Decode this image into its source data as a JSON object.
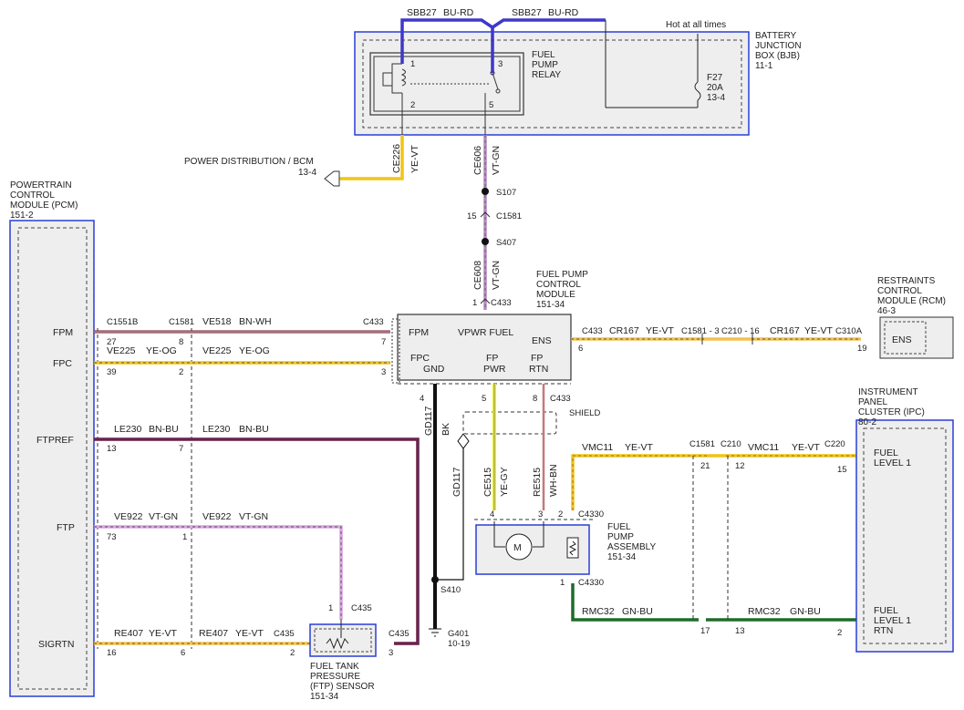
{
  "modules": {
    "bjb": {
      "name1": "BATTERY",
      "name2": "JUNCTION",
      "name3": "BOX (BJB)",
      "ref": "11-1",
      "hot": "Hot at all times"
    },
    "relay": {
      "name1": "FUEL",
      "name2": "PUMP",
      "name3": "RELAY",
      "pins": [
        "1",
        "2",
        "3",
        "5"
      ]
    },
    "fuse": {
      "name": "F27",
      "rating": "20A",
      "ref": "13-4"
    },
    "pcm": {
      "name1": "POWERTRAIN",
      "name2": "CONTROL",
      "name3": "MODULE (PCM)",
      "ref": "151-2",
      "signals": [
        "FPM",
        "FPC",
        "FTPREF",
        "FTP",
        "SIGRTN"
      ]
    },
    "fpcm": {
      "name1": "FUEL PUMP",
      "name2": "CONTROL",
      "name3": "MODULE",
      "ref": "151-34",
      "sig_fpm": "FPM",
      "sig_vpwr": "VPWR FUEL",
      "sig_ens": "ENS",
      "sig_fpc": "FPC",
      "sig_gnd": "GND",
      "sig_fp1": "FP",
      "sig_fp2": "PWR",
      "sig_fr1": "FP",
      "sig_fr2": "RTN"
    },
    "rcm": {
      "name1": "RESTRAINTS",
      "name2": "CONTROL",
      "name3": "MODULE (RCM)",
      "ref": "46-3",
      "sig": "ENS"
    },
    "ipc": {
      "name1": "INSTRUMENT",
      "name2": "PANEL",
      "name3": "CLUSTER (IPC)",
      "ref": "80-2",
      "sig1a": "FUEL",
      "sig1b": "LEVEL 1",
      "sig2a": "FUEL",
      "sig2b": "LEVEL 1",
      "sig2c": "RTN"
    },
    "pump": {
      "name1": "FUEL",
      "name2": "PUMP",
      "name3": "ASSEMBLY",
      "ref": "151-34",
      "motor": "M"
    },
    "ftp": {
      "name1": "FUEL TANK",
      "name2": "PRESSURE",
      "name3": "(FTP) SENSOR",
      "ref": "151-34"
    },
    "bcm": {
      "name": "POWER DISTRIBUTION / BCM",
      "ref": "13-4"
    }
  },
  "wires": {
    "sbb27a": {
      "id": "SBB27",
      "color": "BU-RD"
    },
    "sbb27b": {
      "id": "SBB27",
      "color": "BU-RD"
    },
    "ce226": {
      "id": "CE226",
      "color": "YE-VT"
    },
    "ce606": {
      "id": "CE606",
      "color": "VT-GN"
    },
    "ce608": {
      "id": "CE608",
      "color": "VT-GN"
    },
    "ve518": {
      "id": "VE518",
      "color": "BN-WH"
    },
    "ve225a": {
      "id": "VE225",
      "color": "YE-OG"
    },
    "ve225b": {
      "id": "VE225",
      "color": "YE-OG"
    },
    "le230a": {
      "id": "LE230",
      "color": "BN-BU"
    },
    "le230b": {
      "id": "LE230",
      "color": "BN-BU"
    },
    "ve922a": {
      "id": "VE922",
      "color": "VT-GN"
    },
    "ve922b": {
      "id": "VE922",
      "color": "VT-GN"
    },
    "re407a": {
      "id": "RE407",
      "color": "YE-VT"
    },
    "re407b": {
      "id": "RE407",
      "color": "YE-VT"
    },
    "cr167a": {
      "id": "CR167",
      "color": "YE-VT"
    },
    "cr167b": {
      "id": "CR167",
      "color": "YE-VT"
    },
    "gd117a": {
      "id": "GD117",
      "color": "BK"
    },
    "gd117b": {
      "id": "GD117"
    },
    "ce515": {
      "id": "CE515",
      "color": "YE-GY"
    },
    "re515": {
      "id": "RE515",
      "color": "WH-BN"
    },
    "vmc11a": {
      "id": "VMC11",
      "color": "YE-VT"
    },
    "vmc11b": {
      "id": "VMC11",
      "color": "YE-VT"
    },
    "rmc32a": {
      "id": "RMC32",
      "color": "GN-BU"
    },
    "rmc32b": {
      "id": "RMC32",
      "color": "GN-BU"
    }
  },
  "connectors": {
    "c1551b": "C1551B",
    "c1581": "C1581",
    "c433": "C433",
    "c435": "C435",
    "c4330": "C4330",
    "c1581_3": "C1581 - 3",
    "c210_16": "C210 - 16",
    "c310a": "C310A",
    "c220": "C220",
    "c210": "C210",
    "s107": "S107",
    "s407": "S407",
    "s410": "S410",
    "g401": "G401",
    "g401_ref": "10-19",
    "shield": "SHIELD"
  },
  "pins": {
    "pcm_fpm": "27",
    "pcm_fpc": "39",
    "pcm_ftpref": "13",
    "pcm_ftp": "73",
    "pcm_sigrtn": "16",
    "c1581_fpm": "8",
    "c1581_fpc": "2",
    "c1581_ftpref": "7",
    "c1581_ftp": "1",
    "c1581_sigrtn": "6",
    "c433_fpm": "7",
    "c433_fpc": "3",
    "c433_vpwr": "1",
    "c433_ens": "6",
    "c433_gnd": "4",
    "c433_pwr": "5",
    "c433_rtn": "8",
    "c1581_mid": "15",
    "rcm_ens": "19",
    "c435_top": "1",
    "c435_in": "2",
    "c435_out": "3",
    "pump_1": "4",
    "pump_2": "3",
    "pump_3": "2",
    "pump_4": "1",
    "ipc_1581": "21",
    "ipc_210": "12",
    "ipc_220": "15",
    "ipc_17": "17",
    "ipc_13": "13",
    "ipc_2": "2"
  },
  "colors": {
    "bjb_border": "#2a3fd6",
    "panel": "#eeeeee",
    "bu_rd": "#3f37c9",
    "ye": "#f0c419",
    "ye_vt": "#f2c14e",
    "vt_gn": "#b987c7",
    "bn": "#6e1a2e",
    "gn": "#1f6b2a",
    "bk": "#111111",
    "wh_bn": "#c47a7a"
  }
}
